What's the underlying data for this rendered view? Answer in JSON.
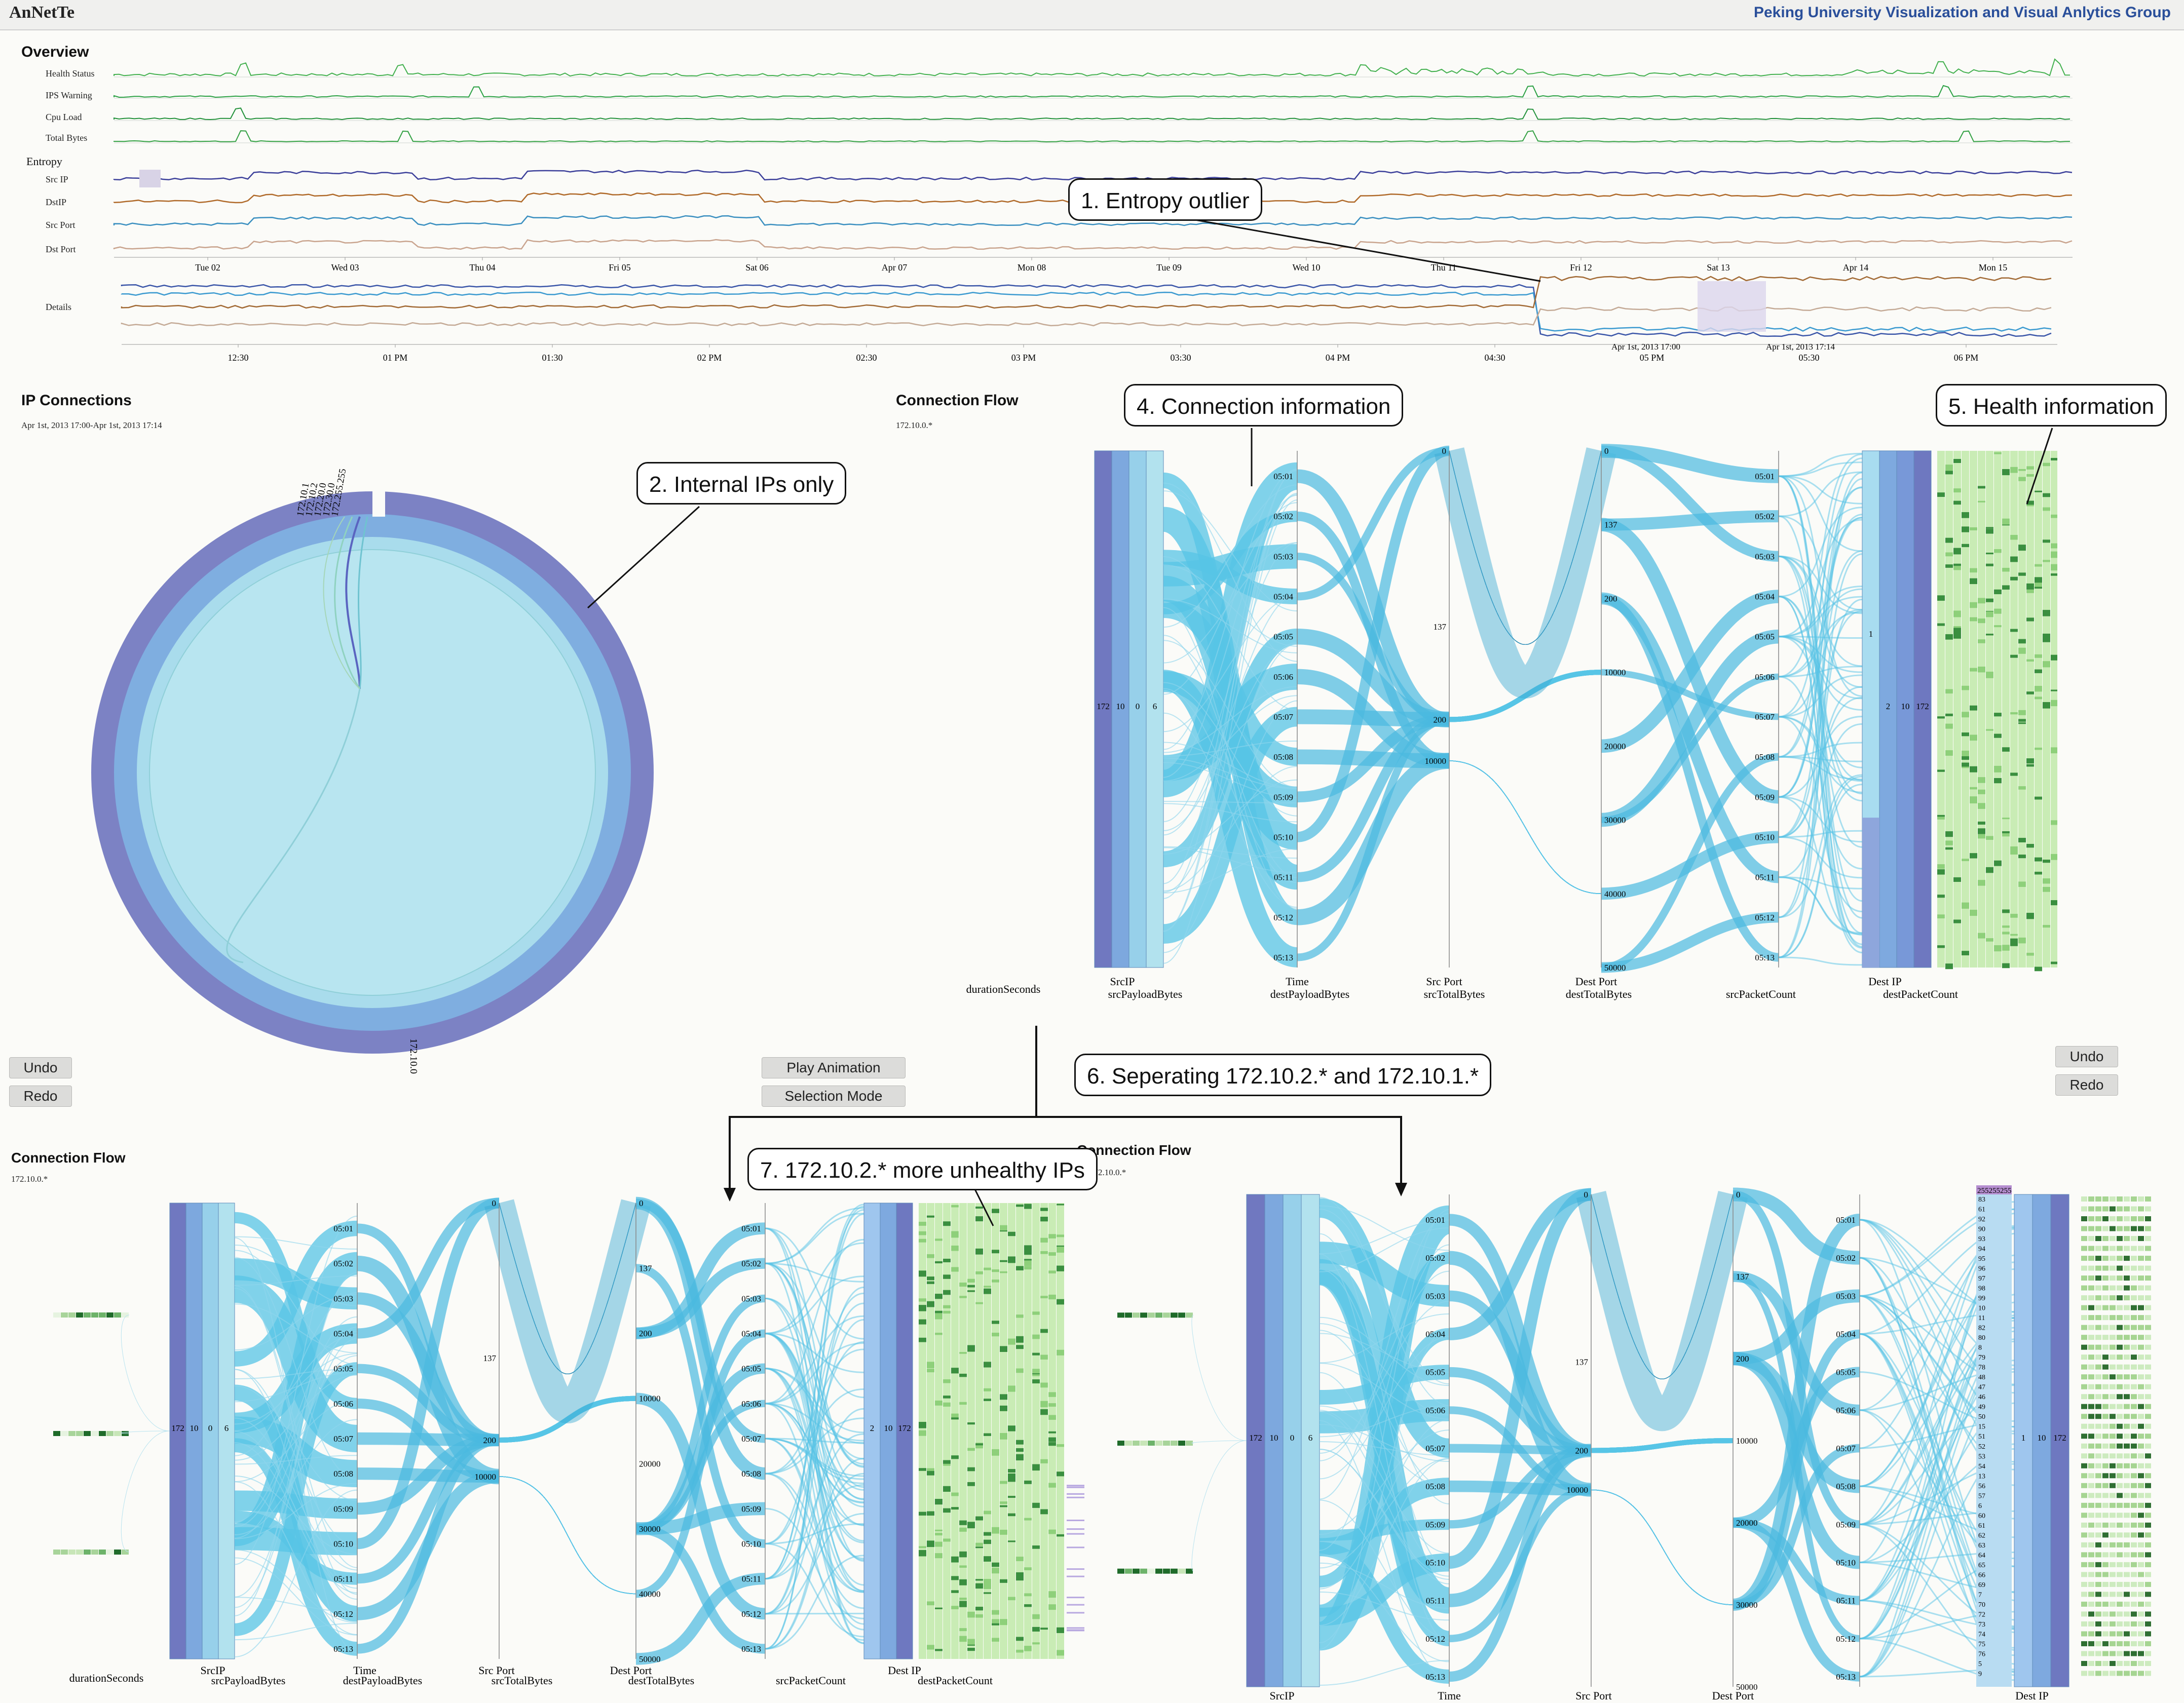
{
  "app": {
    "title": "AnNetTe",
    "group": "Peking University Visualization and Visual Anlytics Group"
  },
  "overview": {
    "title": "Overview",
    "rows": [
      "Health Status",
      "IPS Warning",
      "Cpu Load",
      "Total Bytes"
    ],
    "entropy_label": "Entropy",
    "entropy_rows": [
      "Src IP",
      "DstIP",
      "Src Port",
      "Dst Port"
    ],
    "dates": [
      "Tue 02",
      "Wed 03",
      "Thu 04",
      "Fri 05",
      "Sat 06",
      "Apr 07",
      "Mon 08",
      "Tue 09",
      "Wed 10",
      "Thu 11",
      "Fri 12",
      "Sat 13",
      "Apr 14",
      "Mon 15"
    ],
    "details_label": "Details",
    "times": [
      "12:30",
      "01 PM",
      "01:30",
      "02 PM",
      "02:30",
      "03 PM",
      "03:30",
      "04 PM",
      "04:30",
      "05 PM",
      "05:30",
      "06 PM"
    ],
    "brush_start": "Apr 1st, 2013 17:00",
    "brush_end": "Apr 1st, 2013 17:14"
  },
  "ip_connections": {
    "title": "IP Connections",
    "range": "Apr 1st, 2013 17:00-Apr 1st, 2013 17:14",
    "labels": [
      "172.10.1",
      "172.10.2",
      "172.20.0",
      "172.30.0",
      "172.255.255"
    ],
    "bottom_label": "172.10.0"
  },
  "flow_top": {
    "title": "Connection Flow",
    "subtitle": "172.10.0.*",
    "times": [
      "05:01",
      "05:02",
      "05:03",
      "05:04",
      "05:05",
      "05:06",
      "05:07",
      "05:08",
      "05:09",
      "05:10",
      "05:11",
      "05:12",
      "05:13"
    ],
    "port_ticks": [
      "0",
      "137",
      "200",
      "10000"
    ],
    "dest_ticks": [
      "0",
      "137",
      "200",
      "10000",
      "20000",
      "30000",
      "40000",
      "50000"
    ],
    "src_segments": [
      "172",
      "10",
      "0",
      "6"
    ],
    "dest_segments": [
      "1",
      "2",
      "10",
      "172"
    ],
    "axes_top": [
      "SrcIP",
      "Time",
      "Src Port",
      "Dest Port",
      "Dest IP"
    ],
    "axes_bottom": [
      "durationSeconds",
      "srcPayloadBytes",
      "destPayloadBytes",
      "srcTotalBytes",
      "destTotalBytes",
      "srcPacketCount",
      "destPacketCount"
    ]
  },
  "flow_left": {
    "title": "Connection Flow",
    "subtitle": "172.10.0.*",
    "times": [
      "05:01",
      "05:02",
      "05:03",
      "05:04",
      "05:05",
      "05:06",
      "05:07",
      "05:08",
      "05:09",
      "05:10",
      "05:11",
      "05:12",
      "05:13"
    ],
    "port_ticks": [
      "0",
      "137",
      "200",
      "10000"
    ],
    "dest_ticks": [
      "0",
      "137",
      "200",
      "10000",
      "20000",
      "30000",
      "40000",
      "50000"
    ],
    "src_segments": [
      "172",
      "10",
      "0",
      "6"
    ],
    "dest_segments": [
      "2",
      "10",
      "172"
    ],
    "axes_top": [
      "SrcIP",
      "Time",
      "Src Port",
      "Dest Port",
      "Dest IP"
    ],
    "axes_bottom": [
      "durationSeconds",
      "srcPayloadBytes",
      "destPayloadBytes",
      "srcTotalBytes",
      "destTotalBytes",
      "srcPacketCount",
      "destPacketCount"
    ]
  },
  "flow_right": {
    "title": "Connection Flow",
    "subtitle": "172.10.0.*",
    "times": [
      "05:01",
      "05:02",
      "05:03",
      "05:04",
      "05:05",
      "05:06",
      "05:07",
      "05:08",
      "05:09",
      "05:10",
      "05:11",
      "05:12",
      "05:13"
    ],
    "port_ticks": [
      "0",
      "137",
      "200",
      "10000"
    ],
    "dest_ticks": [
      "0",
      "137",
      "200",
      "10000",
      "20000",
      "30000",
      "50000"
    ],
    "src_segments": [
      "172",
      "10",
      "0",
      "6"
    ],
    "dest_segments": [
      "1",
      "10",
      "172"
    ],
    "dest_host_top": "255255255",
    "dest_hosts": [
      "83",
      "61",
      "92",
      "90",
      "93",
      "94",
      "95",
      "96",
      "97",
      "98",
      "99",
      "10",
      "11",
      "82",
      "80",
      "8",
      "79",
      "78",
      "48",
      "47",
      "46",
      "49",
      "50",
      "15",
      "51",
      "52",
      "53",
      "54",
      "13",
      "56",
      "57",
      "6",
      "60",
      "61",
      "62",
      "63",
      "64",
      "65",
      "66",
      "69",
      "7",
      "70",
      "72",
      "73",
      "74",
      "75",
      "76",
      "5",
      "9"
    ],
    "axes_top": [
      "SrcIP",
      "Time",
      "Src Port",
      "Dest Port",
      "Dest IP"
    ]
  },
  "controls": {
    "undo": "Undo",
    "redo": "Redo",
    "play": "Play Animation",
    "selection": "Selection Mode"
  },
  "callouts": {
    "c1": "1. Entropy outlier",
    "c2": "2. Internal IPs only",
    "c4": "4. Connection information",
    "c5": "5. Health information",
    "c6": "6. Seperating 172.10.2.* and 172.10.1.*",
    "c7": "7. 172.10.2.* more unhealthy IPs"
  },
  "colors": {
    "ring_outer": "#7c82c4",
    "ring_mid": "#7faee0",
    "ring_inner": "#a9dcec",
    "flow": "#57c4e6",
    "health": "#9fd98a",
    "green_line": "#35a745"
  }
}
